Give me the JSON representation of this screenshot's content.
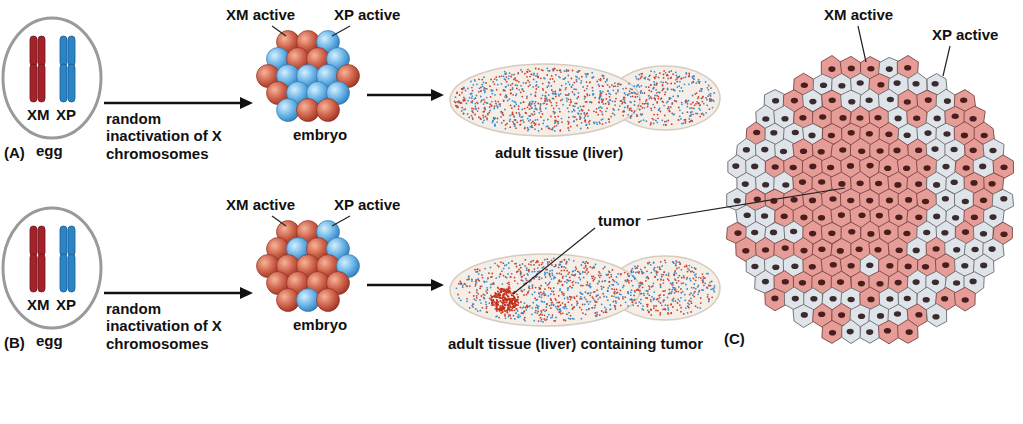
{
  "diagram": {
    "nodes": [
      {
        "text": [
          "XM",
          "XP",
          "egg"
        ]
      },
      {
        "text": [
          "embryo"
        ]
      },
      {
        "text": [
          "adult tissue (liver)"
        ]
      },
      {
        "text": [
          "XM",
          "XP",
          "egg"
        ]
      },
      {
        "text": [
          "embryo"
        ]
      },
      {
        "text": [
          "adult tissue (liver) containing tumor"
        ]
      }
    ],
    "edges": [
      {
        "from": 0,
        "to": 1,
        "arrow": "to",
        "label": "random inactivation of X chromosomes"
      },
      {
        "from": 1,
        "to": 2,
        "arrow": "to"
      },
      {
        "from": 3,
        "to": 4,
        "arrow": "to",
        "label": "random inactivation of X chromosomes"
      },
      {
        "from": 4,
        "to": 5,
        "arrow": "to"
      }
    ],
    "labels": [
      "(A)",
      "XM active",
      "XP active",
      "(B)",
      "XM active",
      "XP active",
      "tumor",
      "XM active",
      "XP active",
      "(C)"
    ]
  }
}
